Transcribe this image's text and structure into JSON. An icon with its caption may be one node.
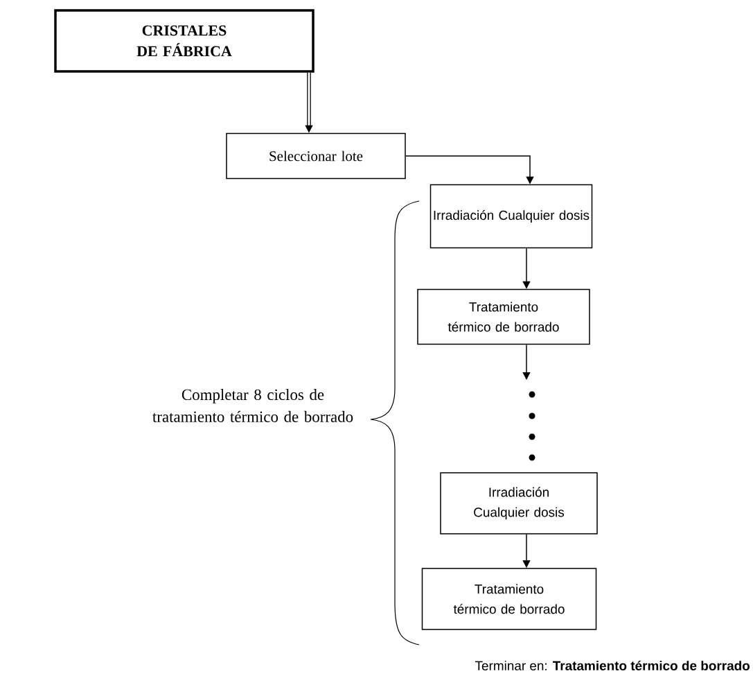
{
  "diagram": {
    "nodes": [
      {
        "text": [
          "CRISTALES DE FÁBRICA"
        ]
      },
      {
        "text": [
          "Seleccionar lote"
        ]
      },
      {
        "text": [
          "Irradiación Cualquier dosis"
        ]
      },
      {
        "text": [
          "Tratamiento térmico de borrado"
        ]
      },
      {
        "text": [
          "Irradiación Cualquier dosis"
        ]
      },
      {
        "text": [
          "Tratamiento térmico de borrado"
        ]
      }
    ],
    "edges": [
      {
        "from": 0,
        "to": 1,
        "arrow": "to",
        "style": "thick"
      },
      {
        "from": 1,
        "to": 2,
        "arrow": "to"
      },
      {
        "from": 2,
        "to": 3,
        "arrow": "to"
      },
      {
        "from": 3,
        "to": null,
        "arrow": "to"
      },
      {
        "from": 4,
        "to": 5,
        "arrow": "to"
      }
    ],
    "labels": [
      "Completar 8 ciclos de tratamiento térmico de borrado",
      "Terminar en: **Tratamiento térmico de borrado**"
    ]
  }
}
